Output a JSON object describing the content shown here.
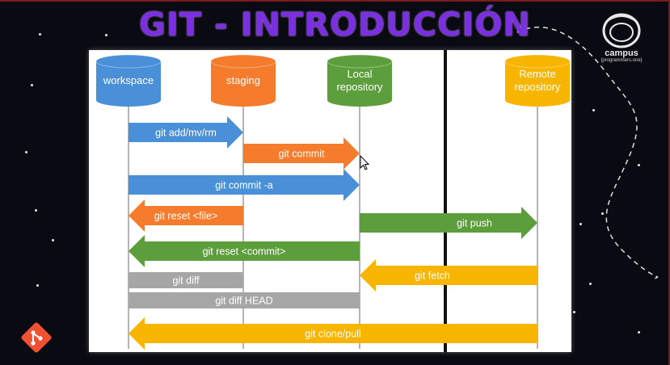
{
  "title": "GIT - INTRODUCCIÓN",
  "logo": {
    "text": "campus",
    "subtitle": "{programmers.one}",
    "icon": "astronaut-helmet-icon"
  },
  "colors": {
    "blue": "#4a90d9",
    "orange": "#f57c2c",
    "green": "#5d9e3c",
    "yellow": "#f7b500",
    "gray": "#a6a6a6",
    "accent": "#7a2fe0"
  },
  "stages": [
    {
      "id": "workspace",
      "label_lines": [
        "workspace"
      ],
      "color": "#4a90d9"
    },
    {
      "id": "staging",
      "label_lines": [
        "staging"
      ],
      "color": "#f57c2c"
    },
    {
      "id": "local",
      "label_lines": [
        "Local",
        "repository"
      ],
      "color": "#5d9e3c"
    },
    {
      "id": "remote",
      "label_lines": [
        "Remote",
        "repository"
      ],
      "color": "#f7b500"
    }
  ],
  "commands": [
    {
      "label": "git add/mv/rm",
      "color": "#4a90d9",
      "from": "workspace",
      "to": "staging"
    },
    {
      "label": "git commit",
      "color": "#f57c2c",
      "from": "staging",
      "to": "local"
    },
    {
      "label": "git commit -a",
      "color": "#4a90d9",
      "from": "workspace",
      "to": "local"
    },
    {
      "label": "git reset <file>",
      "color": "#f57c2c",
      "from": "staging",
      "to": "workspace"
    },
    {
      "label": "git push",
      "color": "#5d9e3c",
      "from": "local",
      "to": "remote"
    },
    {
      "label": "git reset <commit>",
      "color": "#5d9e3c",
      "from": "local",
      "to": "workspace"
    },
    {
      "label": "git fetch",
      "color": "#f7b500",
      "from": "remote",
      "to": "local"
    },
    {
      "label": "git diff",
      "color": "#a6a6a6",
      "from": "workspace",
      "to": "staging"
    },
    {
      "label": "git diff HEAD",
      "color": "#a6a6a6",
      "from": "workspace",
      "to": "local"
    },
    {
      "label": "git clone/pull",
      "color": "#f7b500",
      "from": "remote",
      "to": "workspace"
    }
  ]
}
